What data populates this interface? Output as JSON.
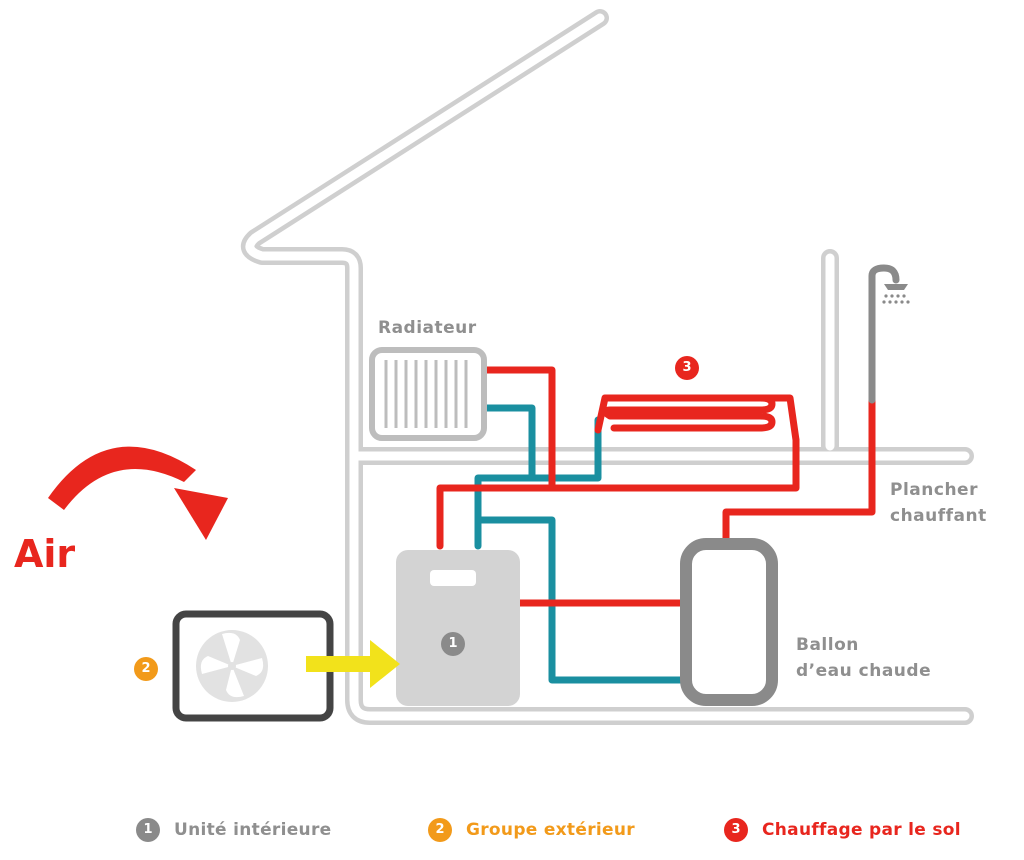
{
  "colors": {
    "hot": "#e8261e",
    "cold": "#1a8fa0",
    "house": "#cfcfcf",
    "unit": "#d3d3d3",
    "outdoor": "#444444",
    "airflow": "#f2e21b",
    "badge_indoor": "#8a8a8a",
    "badge_outdoor": "#f29a1a",
    "badge_floor": "#e8261e"
  },
  "labels": {
    "air": "Air",
    "radiateur": "Radiateur",
    "plancher_line1": "Plancher",
    "plancher_line2": "chauffant",
    "ballon_line1": "Ballon",
    "ballon_line2": "d’eau chaude"
  },
  "badges": {
    "indoor": "1",
    "outdoor": "2",
    "floor": "3"
  },
  "legend": [
    {
      "number": "1",
      "label": "Unité intérieure",
      "color": "#8a8a8a",
      "text_color": "#8f8f8f"
    },
    {
      "number": "2",
      "label": "Groupe extérieur",
      "color": "#f29a1a",
      "text_color": "#f29a1a"
    },
    {
      "number": "3",
      "label": "Chauffage par le sol",
      "color": "#e8261e",
      "text_color": "#e8261e"
    }
  ],
  "icons": {
    "shower": "shower-icon",
    "fan": "fan-icon",
    "airflow": "arrow-right-icon",
    "air_curve": "curved-arrow-icon"
  }
}
